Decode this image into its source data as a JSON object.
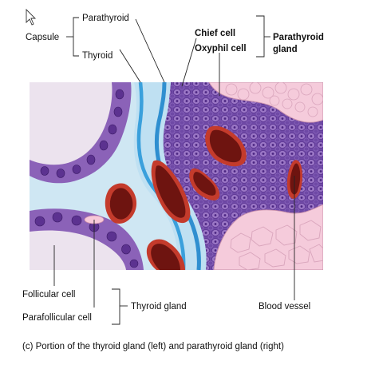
{
  "labels": {
    "capsule": "Capsule",
    "parathyroid": "Parathyroid",
    "thyroid": "Thyroid",
    "chief_cell": "Chief cell",
    "oxyphil_cell": "Oxyphil cell",
    "parathyroid_gland_1": "Parathyroid",
    "parathyroid_gland_2": "gland",
    "follicular_cell": "Follicular cell",
    "parafollicular_cell": "Parafollicular cell",
    "thyroid_gland": "Thyroid gland",
    "blood_vessel": "Blood vessel"
  },
  "caption": "(c) Portion of the thyroid gland (left) and parathyroid gland (right)",
  "colors": {
    "colloid": "#ede4ee",
    "follicular": "#8a63b5",
    "follicular_nucleus": "#5a2f8c",
    "capsule_blue": "#3f9fd6",
    "capsule_light": "#cfe8f5",
    "chief_bg": "#7b55b0",
    "chief_cell_fill": "#9b78c6",
    "oxyphil": "#f4c9d9",
    "vessel_red": "#c0392b",
    "vessel_dark": "#6e1410"
  }
}
